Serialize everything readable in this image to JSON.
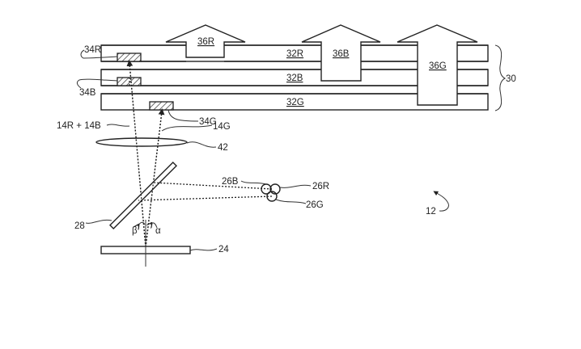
{
  "figure": {
    "reference": "12",
    "waveguide_stack": {
      "label": "30",
      "layers": [
        {
          "id": "32R",
          "label": "32R",
          "coupler": "34R",
          "outcoupler": "36R"
        },
        {
          "id": "32B",
          "label": "32B",
          "coupler": "34B",
          "outcoupler": "36B"
        },
        {
          "id": "32G",
          "label": "32G",
          "coupler": "34G",
          "outcoupler": "36G"
        }
      ]
    },
    "labels": {
      "l34R": "34R",
      "l34B": "34B",
      "l34G": "34G",
      "l36R": "36R",
      "l36B": "36B",
      "l36G": "36G",
      "l32R": "32R",
      "l32B": "32B",
      "l32G": "32G",
      "l30": "30",
      "beam_rb": "14R + 14B",
      "beam_g": "14G",
      "lens": "42",
      "mirror": "28",
      "source_b": "26B",
      "source_r": "26R",
      "source_g": "26G",
      "display": "24",
      "angle_beta": "β",
      "angle_alpha": "α",
      "system": "12"
    }
  }
}
